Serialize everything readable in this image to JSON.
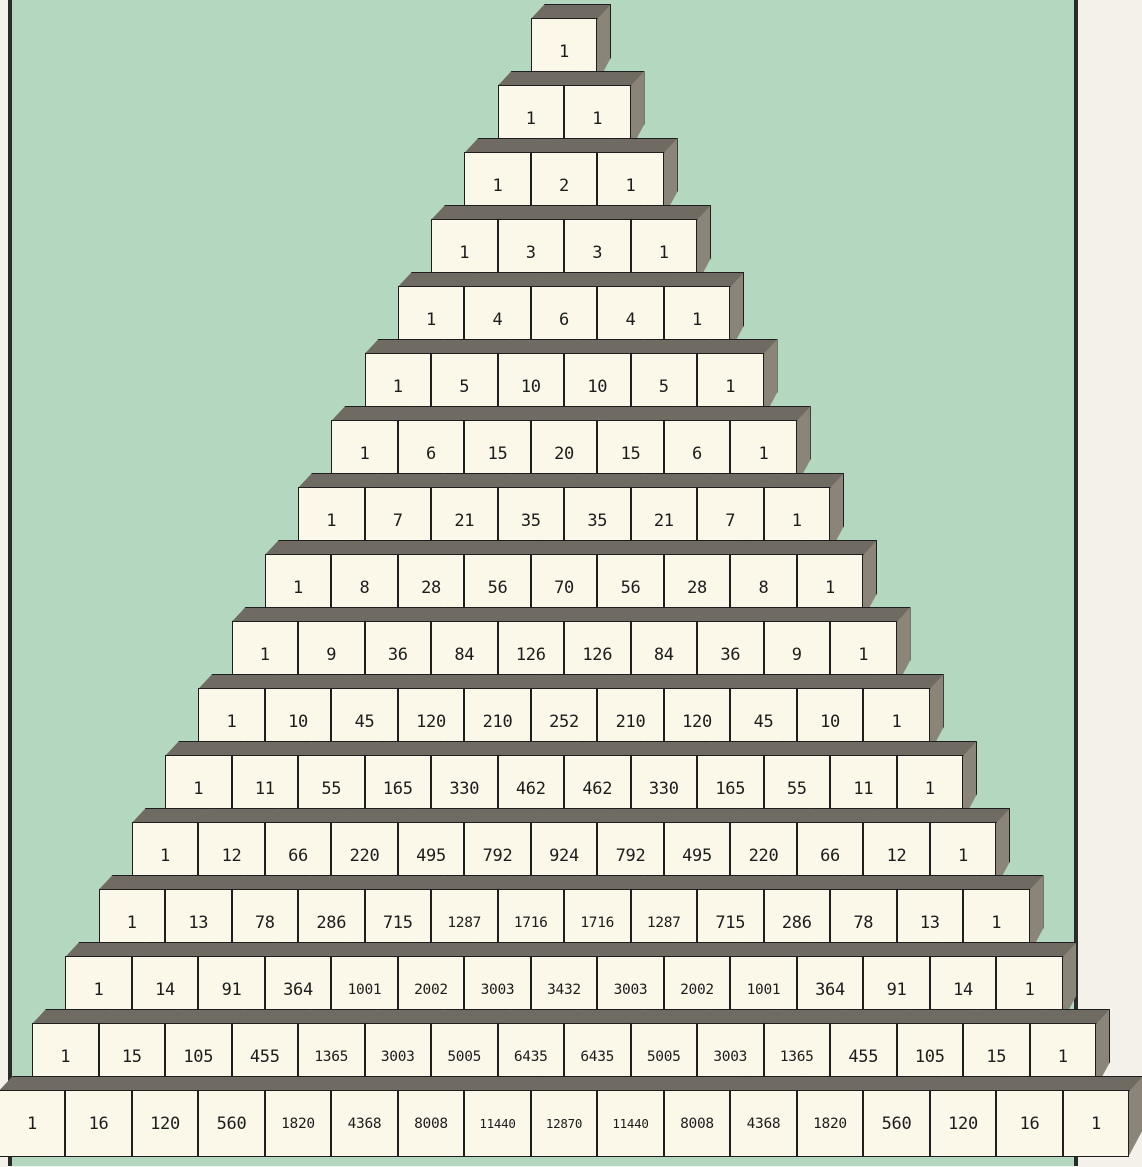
{
  "diagram": {
    "colors": {
      "background": "#b3d8bf",
      "cube_face": "#fbf7e9",
      "cube_shade": "#8b8579",
      "outline": "#1e1e1e"
    },
    "rows": [
      [
        "1"
      ],
      [
        "1",
        "1"
      ],
      [
        "1",
        "2",
        "1"
      ],
      [
        "1",
        "3",
        "3",
        "1"
      ],
      [
        "1",
        "4",
        "6",
        "4",
        "1"
      ],
      [
        "1",
        "5",
        "10",
        "10",
        "5",
        "1"
      ],
      [
        "1",
        "6",
        "15",
        "20",
        "15",
        "6",
        "1"
      ],
      [
        "1",
        "7",
        "21",
        "35",
        "35",
        "21",
        "7",
        "1"
      ],
      [
        "1",
        "8",
        "28",
        "56",
        "70",
        "56",
        "28",
        "8",
        "1"
      ],
      [
        "1",
        "9",
        "36",
        "84",
        "126",
        "126",
        "84",
        "36",
        "9",
        "1"
      ],
      [
        "1",
        "10",
        "45",
        "120",
        "210",
        "252",
        "210",
        "120",
        "45",
        "10",
        "1"
      ],
      [
        "1",
        "11",
        "55",
        "165",
        "330",
        "462",
        "462",
        "330",
        "165",
        "55",
        "11",
        "1"
      ],
      [
        "1",
        "12",
        "66",
        "220",
        "495",
        "792",
        "924",
        "792",
        "495",
        "220",
        "66",
        "12",
        "1"
      ],
      [
        "1",
        "13",
        "78",
        "286",
        "715",
        "1287",
        "1716",
        "1716",
        "1287",
        "715",
        "286",
        "78",
        "13",
        "1"
      ],
      [
        "1",
        "14",
        "91",
        "364",
        "1001",
        "2002",
        "3003",
        "3432",
        "3003",
        "2002",
        "1001",
        "364",
        "91",
        "14",
        "1"
      ],
      [
        "1",
        "15",
        "105",
        "455",
        "1365",
        "3003",
        "5005",
        "6435",
        "6435",
        "5005",
        "3003",
        "1365",
        "455",
        "105",
        "15",
        "1"
      ],
      [
        "1",
        "16",
        "120",
        "560",
        "1820",
        "4368",
        "8008",
        "11440",
        "12870",
        "11440",
        "8008",
        "4368",
        "1820",
        "560",
        "120",
        "16",
        "1"
      ]
    ]
  }
}
